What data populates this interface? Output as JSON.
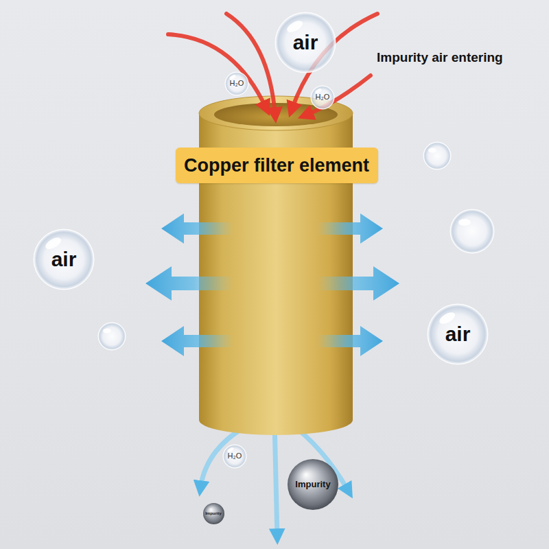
{
  "diagram": {
    "nodes": [
      {
        "text": [
          "air"
        ]
      },
      {
        "text": [
          "H₂O"
        ]
      },
      {
        "text": [
          "H₂O"
        ]
      },
      {
        "text": [
          "Copper filter element"
        ]
      },
      {
        "text": [
          "air"
        ]
      },
      {
        "text": [
          "air"
        ]
      },
      {
        "text": [
          "H₂O"
        ]
      },
      {
        "text": [
          "Impurity"
        ]
      },
      {
        "text": [
          "Impurity"
        ]
      }
    ],
    "labels": [
      "Impurity air entering"
    ]
  }
}
